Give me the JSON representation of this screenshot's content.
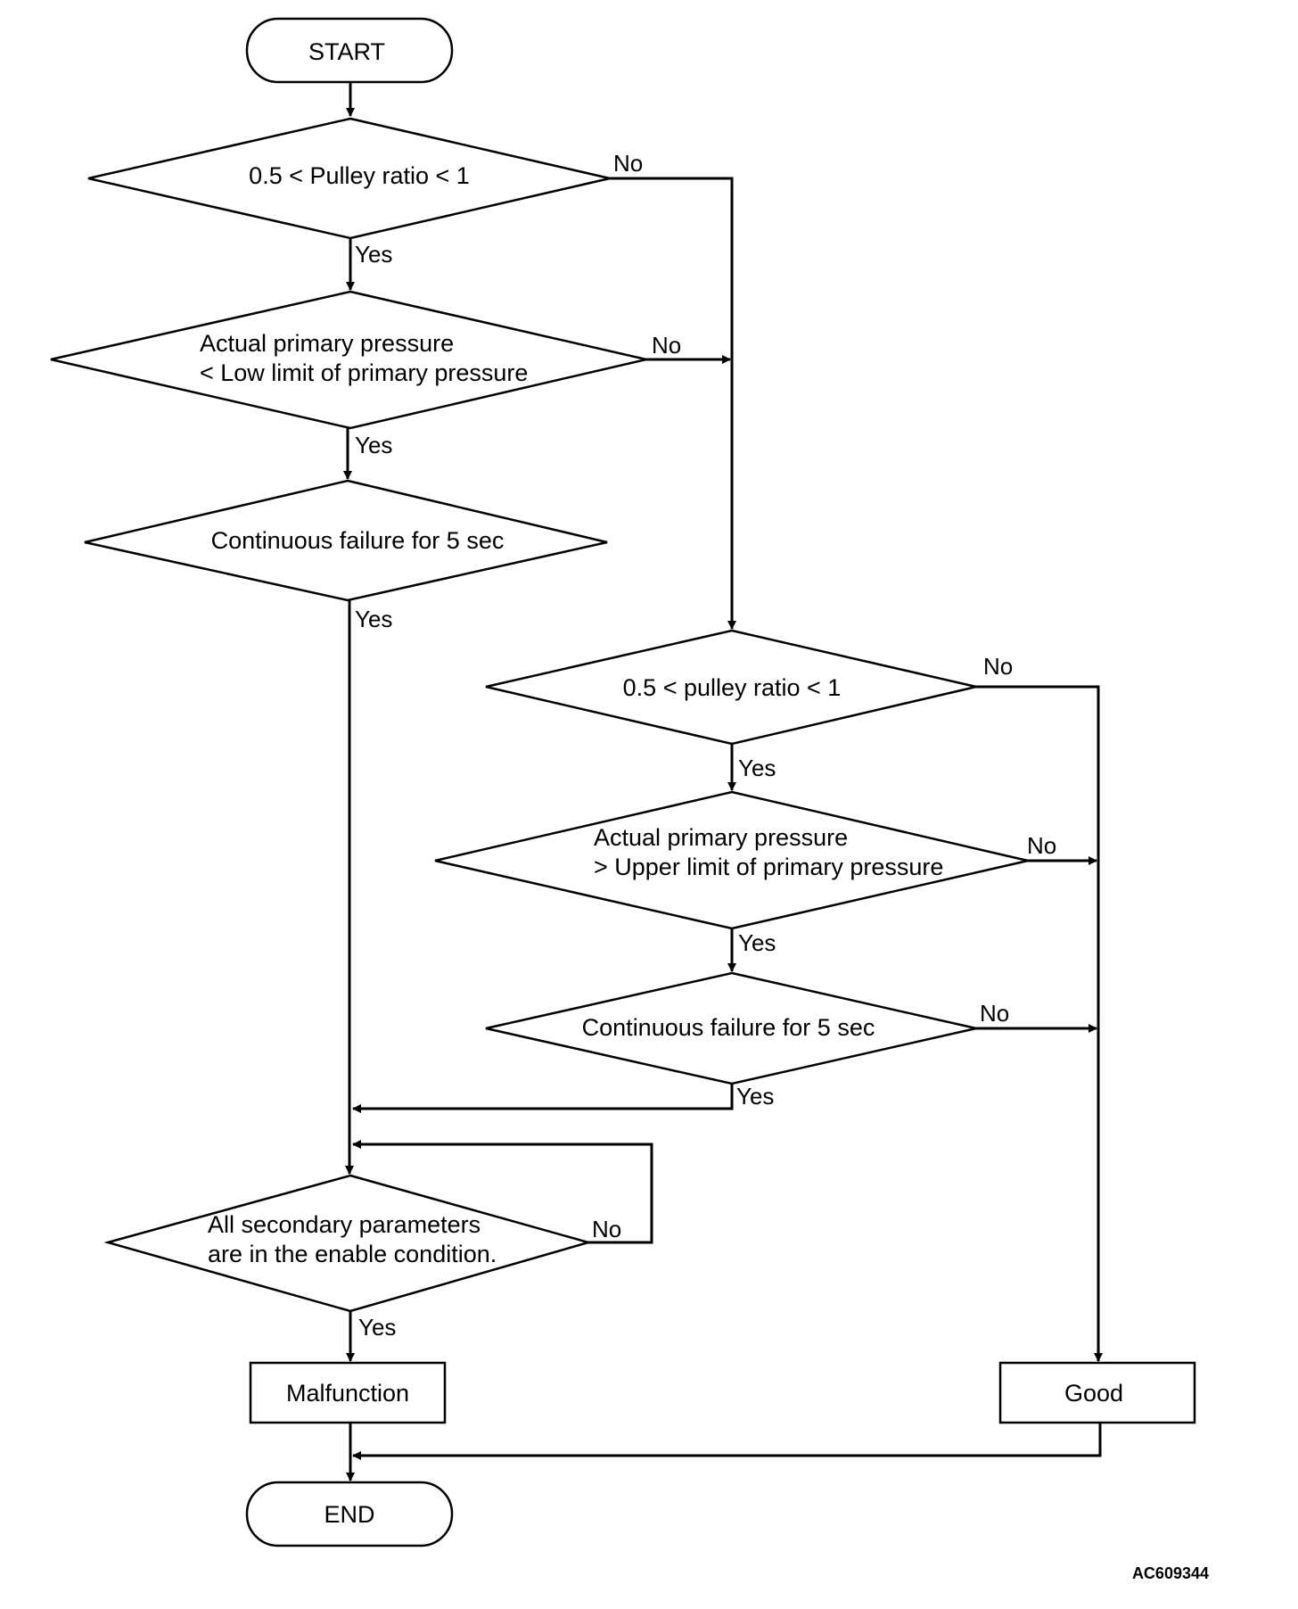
{
  "nodes": {
    "start": "START",
    "d1": "0.5 < Pulley ratio < 1",
    "d2_line1": "Actual primary pressure",
    "d2_line2": "< Low limit of primary pressure",
    "d3": "Continuous failure for 5 sec",
    "d4": "0.5 < pulley ratio < 1",
    "d5_line1": "Actual primary pressure",
    "d5_line2": "> Upper limit of primary pressure",
    "d6": "Continuous failure for 5 sec",
    "d7_line1": "All secondary parameters",
    "d7_line2": "are in the enable condition.",
    "malfunction": "Malfunction",
    "good": "Good",
    "end": "END"
  },
  "labels": {
    "yes": "Yes",
    "no": "No"
  },
  "code": "AC609344"
}
